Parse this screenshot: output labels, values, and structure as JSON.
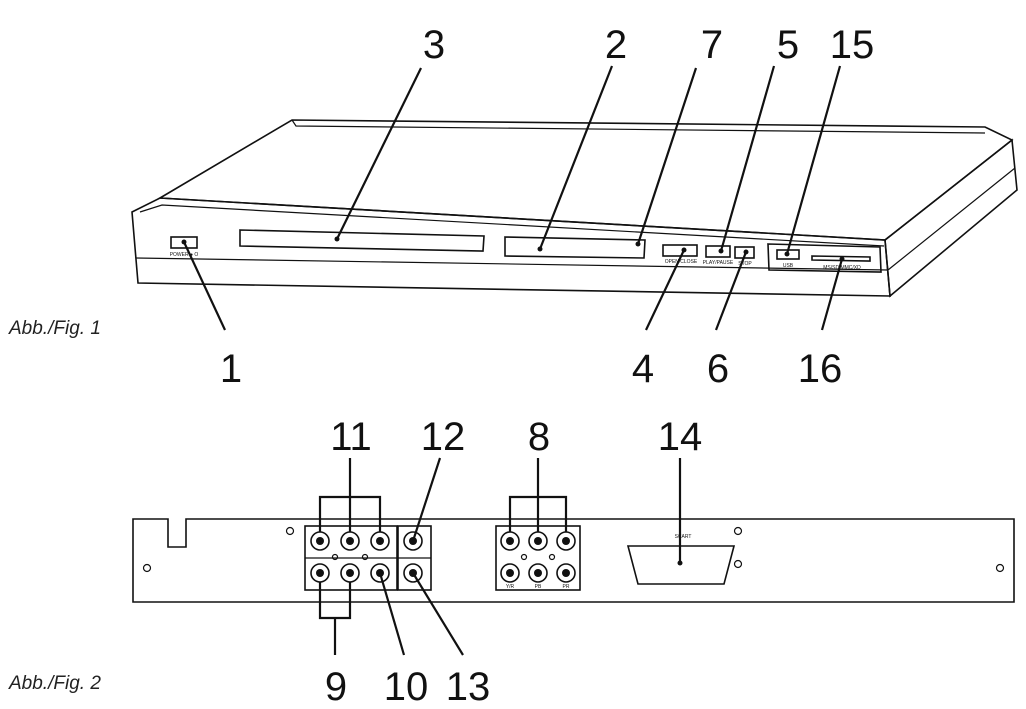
{
  "figures": {
    "fig1_caption": "Abb./Fig. 1",
    "fig2_caption": "Abb./Fig. 2"
  },
  "front_panel": {
    "callouts": {
      "c1": "1",
      "c2": "2",
      "c3": "3",
      "c4": "4",
      "c5": "5",
      "c6": "6",
      "c7": "7",
      "c15": "15",
      "c16": "16"
    },
    "button_labels": {
      "power": "POWER ● O",
      "open_close": "OPEN/CLOSE",
      "play_pause": "PLAY/PAUSE",
      "stop": "STOP",
      "usb": "USB",
      "card": "MS/SD/MMC/XD"
    }
  },
  "rear_panel": {
    "callouts": {
      "c8": "8",
      "c9": "9",
      "c10": "10",
      "c11": "11",
      "c12": "12",
      "c13": "13",
      "c14": "14"
    },
    "jack_labels": {
      "scart": "SCART",
      "y": "Y/R",
      "pb": "PB",
      "pr": "PR"
    }
  }
}
